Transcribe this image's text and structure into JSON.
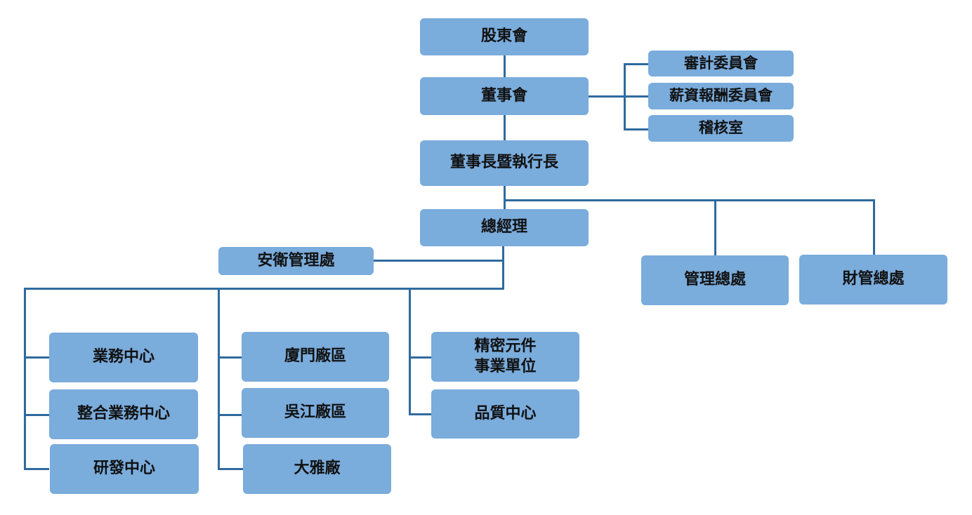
{
  "colors": {
    "box_fill": "#7aacdc",
    "connector": "#2f6a9e",
    "text": "#111111"
  },
  "nodes": {
    "shareholders": "股東會",
    "board": "董事會",
    "audit_committee": "審計委員會",
    "compensation_committee": "薪資報酬委員會",
    "internal_audit": "稽核室",
    "chairman_ceo": "董事長暨執行長",
    "general_manager": "總經理",
    "safety_health_office": "安衛管理處",
    "general_administration": "管理總處",
    "finance_division": "財管總處",
    "sales_center": "業務中心",
    "integrated_sales_center": "整合業務中心",
    "rd_center": "研發中心",
    "xiamen_plant": "廈門廠區",
    "wujiang_plant": "吳江廠區",
    "daya_plant": "大雅廠",
    "precision_components": "精密元件\n事業單位",
    "quality_center": "品質中心"
  }
}
